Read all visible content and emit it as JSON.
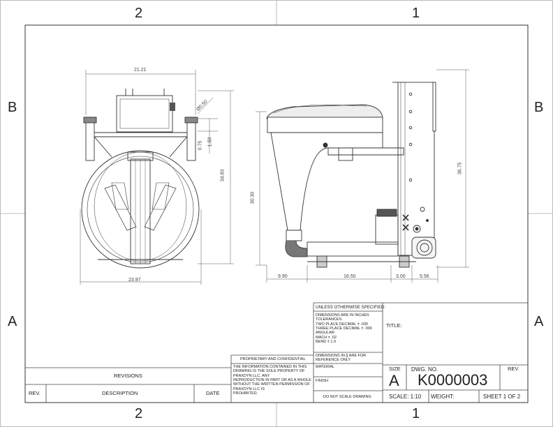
{
  "zones": {
    "col_left": "2",
    "col_right": "1",
    "row_top": "B",
    "row_bottom": "A"
  },
  "dimensions": {
    "front_width_top": "21.21",
    "front_width_bottom": "23.97",
    "front_height": "34.83",
    "hole_dia": "Ø0.50",
    "offset_a": "0.75",
    "offset_b": "1.50",
    "side_height_total": "36.75",
    "side_height_body": "30.30",
    "side_w1": "9.90",
    "side_w2": "16.50",
    "side_w3": "3.00",
    "side_w4": "5.56"
  },
  "tolerances": {
    "header": "UNLESS OTHERWISE SPECIFIED:",
    "body": "DIMENSIONS ARE IN INCHES\nTOLERANCES:\nTWO PLACE DECIMAL  ± .030\nTHREE PLACE DECIMAL ± .006\nANGULAR:\nMACH ± .02\nBEND  ± 1.0",
    "brackets": "DIMENSIONS IN [] ARE FOR\nREFERENCE ONLY",
    "material": "MATERIAL",
    "finish": "FINISH",
    "no_scale": "DO NOT SCALE DRAWING"
  },
  "proprietary": {
    "title": "PROPRIETARY AND CONFIDENTIAL",
    "body": "THE INFORMATION CONTAINED IN THIS\nDRAWING IS THE SOLE PROPERTY OF\nPRAXDYN LLC.  ANY\nREPRODUCTION IN PART OR AS A WHOLE\nWITHOUT THE WRITTEN PERMISSION OF\nPRAXDYN LLC IS\nPROHIBITED."
  },
  "revisions": {
    "title": "REVISIONS",
    "col_rev": "REV.",
    "col_desc": "DESCRIPTION",
    "col_date": "DATE"
  },
  "title_block": {
    "title_label": "TITLE:",
    "size_label": "SIZE",
    "size_value": "A",
    "dwg_label": "DWG.  NO.",
    "dwg_value": "K0000003",
    "rev_label": "REV",
    "scale": "SCALE: 1:10",
    "weight": "WEIGHT:",
    "sheet": "SHEET 1 OF 2"
  }
}
